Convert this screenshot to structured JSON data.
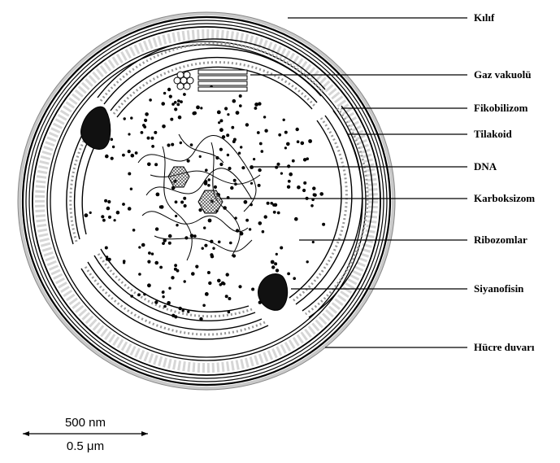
{
  "diagram": {
    "labels": {
      "kilif": "Kılıf",
      "gaz_vakuolu": "Gaz vakuolü",
      "fikobilizom": "Fikobilizom",
      "tilakoid": "Tilakoid",
      "dna": "DNA",
      "karboksizom": "Karboksizom",
      "ribozomlar": "Ribozomlar",
      "siyanofisin": "Siyanofisin",
      "hucre_duvari": "Hücre duvarı"
    },
    "scale_bar": {
      "top_text": "500 nm",
      "bottom_text": "0.5 μm"
    }
  }
}
